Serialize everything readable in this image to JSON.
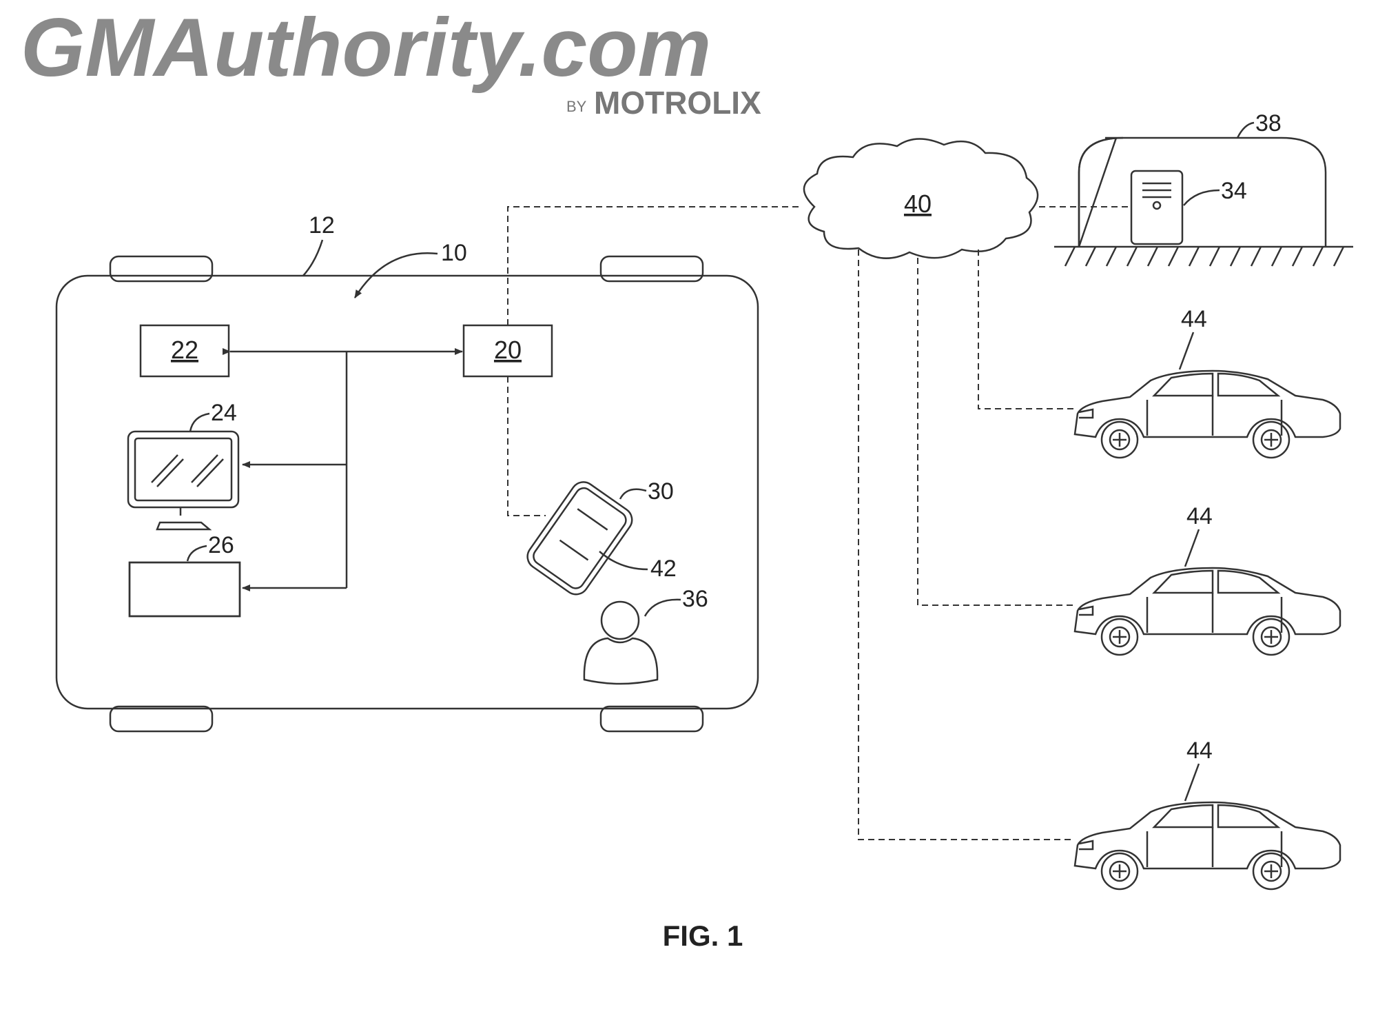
{
  "logo": {
    "site": "GMAuthority.com",
    "by": "BY",
    "brand": "MOTROLIX"
  },
  "diagram": {
    "vehicle_ref": "12",
    "system_ref": "10",
    "box_a": "22",
    "box_b": "20",
    "monitor_ref": "24",
    "keyboard_ref": "26",
    "phone_ref": "30",
    "phone_screen_ref": "42",
    "person_ref": "36",
    "cloud_ref": "40",
    "building_ref": "38",
    "server_ref": "34",
    "car_refs": [
      "44",
      "44",
      "44"
    ]
  },
  "caption": "FIG. 1"
}
